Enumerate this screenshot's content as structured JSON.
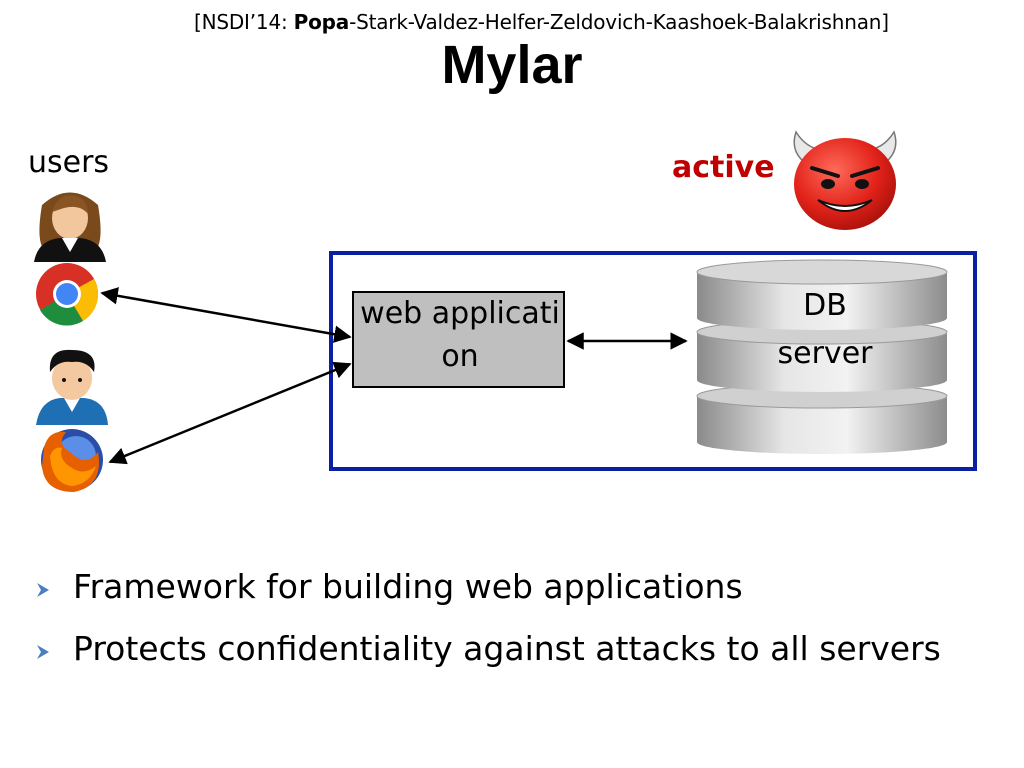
{
  "citation": {
    "prefix": "[NSDI’14: ",
    "lead_author": "Popa",
    "rest": "-Stark-Valdez-Helfer-Zeldovich-Kaashoek-Balakrishnan]"
  },
  "title": "Mylar",
  "labels": {
    "users": "users",
    "active": "active",
    "web_application": "web application",
    "db_line1": "DB",
    "db_line2": "server"
  },
  "bullets": [
    "Framework for building web applications",
    "Protects confidentiality against attacks to all servers"
  ],
  "colors": {
    "server_border": "#0a1fa3",
    "active_text": "#c00000",
    "webapp_fill": "#bfbfbf",
    "bullet_marker": "#4a7fc1"
  },
  "icons": [
    "user-female-icon",
    "chrome-icon",
    "user-male-icon",
    "firefox-icon",
    "devil-icon",
    "database-icon"
  ]
}
